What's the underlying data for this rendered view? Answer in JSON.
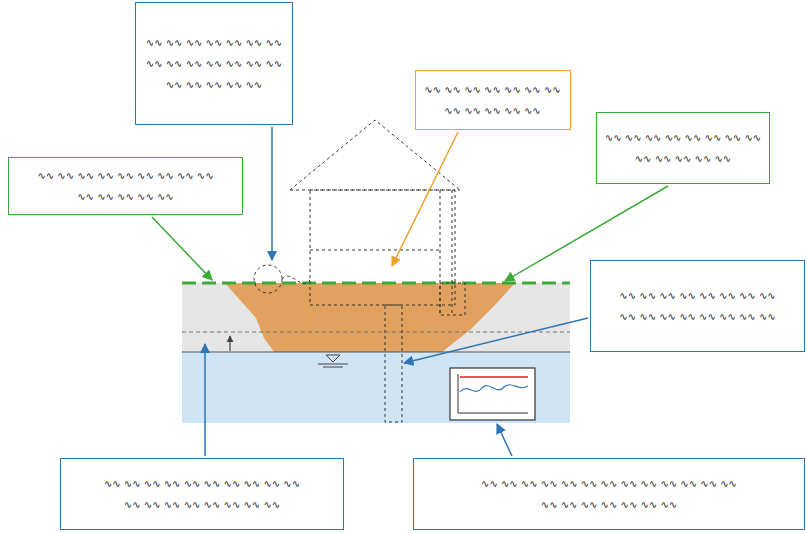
{
  "diagram": {
    "nodes": [
      {
        "text": [
          "∿∿ ∿∿ ∿∿ ∿∿ ∿∿ ∿∿ ∿∿ ∿∿ ∿∿ ∿∿ ∿∿ ∿∿ ∿∿ ∿∿ ∿∿ ∿∿ ∿∿ ∿∿ ∿∿"
        ]
      },
      {
        "text": [
          "∿∿ ∿∿ ∿∿ ∿∿ ∿∿ ∿∿ ∿∿ ∿∿ ∿∿ ∿∿ ∿∿ ∿∿"
        ]
      },
      {
        "text": [
          "∿∿ ∿∿ ∿∿ ∿∿ ∿∿ ∿∿ ∿∿ ∿∿ ∿∿ ∿∿ ∿∿ ∿∿ ∿∿"
        ]
      },
      {
        "text": [
          "∿∿ ∿∿ ∿∿ ∿∿ ∿∿ ∿∿ ∿∿ ∿∿ ∿∿ ∿∿ ∿∿ ∿∿ ∿∿ ∿∿"
        ]
      },
      {
        "text": [
          "∿∿ ∿∿ ∿∿ ∿∿ ∿∿ ∿∿ ∿∿ ∿∿ ∿∿ ∿∿ ∿∿ ∿∿ ∿∿ ∿∿ ∿∿ ∿∿"
        ]
      },
      {
        "text": [
          "∿∿ ∿∿ ∿∿ ∿∿ ∿∿ ∿∿ ∿∿ ∿∿ ∿∿ ∿∿ ∿∿ ∿∿ ∿∿ ∿∿ ∿∿ ∿∿ ∿∿ ∿∿"
        ]
      },
      {
        "text": [
          "∿∿ ∿∿ ∿∿ ∿∿ ∿∿ ∿∿ ∿∿ ∿∿ ∿∿ ∿∿ ∿∿ ∿∿ ∿∿ ∿∿ ∿∿ ∿∿ ∿∿ ∿∿ ∿∿ ∿∿"
        ]
      }
    ]
  }
}
